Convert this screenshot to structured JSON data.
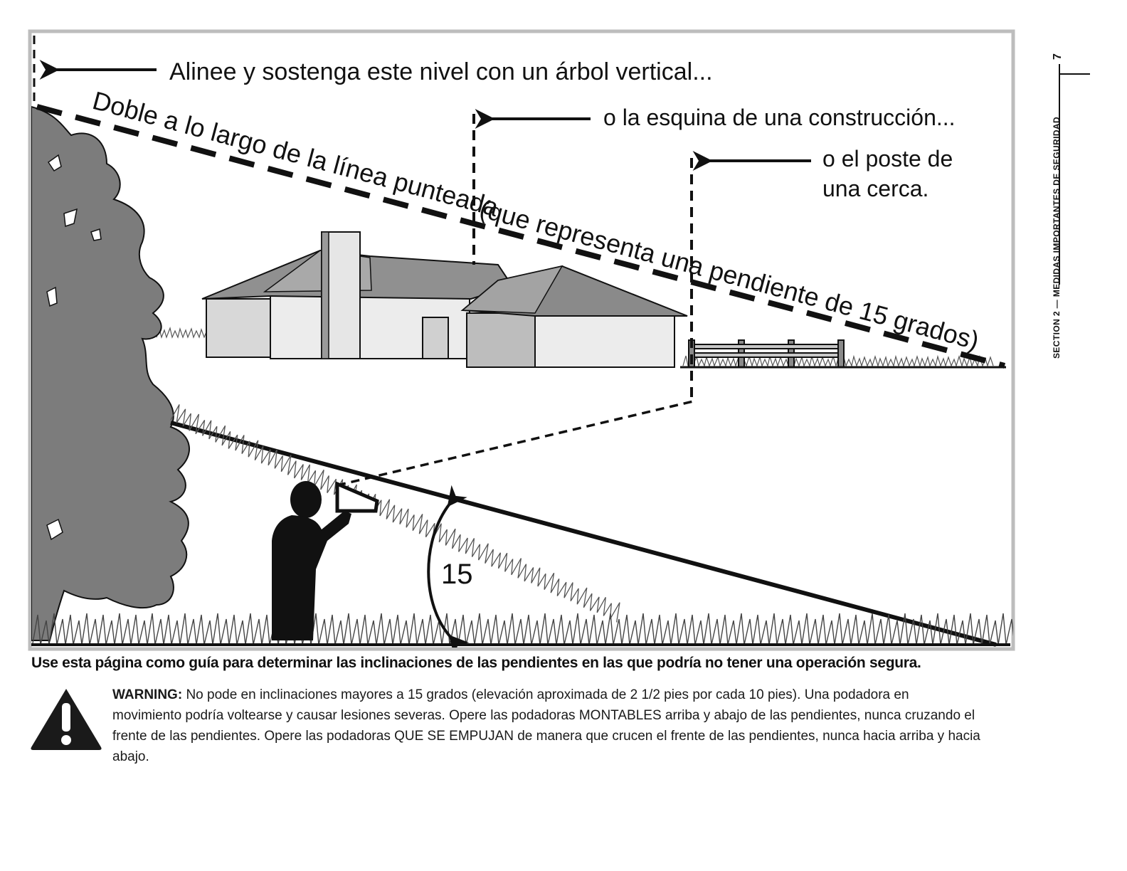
{
  "illustration": {
    "callout_tree": "Alinee y sostenga este nivel con un árbol vertical...",
    "callout_building": "o la esquina de una construcción...",
    "callout_post_line1": "o el poste de",
    "callout_post_line2": "una cerca.",
    "diagonal_part1": "Doble a lo largo de la línea punteada",
    "diagonal_part2": "(que representa una pendiente de 15 grados)",
    "angle_label": "15"
  },
  "guide_text": "Use esta página como guía para determinar las inclinaciones de las pendientes en las que podría no tener una operación segura.",
  "warning": {
    "label": "WARNING:",
    "text": "No pode en inclinaciones mayores a 15 grados (elevación aproximada de 2 1/2 pies por cada 10 pies). Una podadora en movimiento podría voltearse y causar lesiones severas. Opere las podadoras MONTABLES arriba y abajo de las pendientes, nunca cruzando el frente de las pendientes. Opere las podadoras QUE SE EMPUJAN de manera que crucen el frente de las pendientes, nunca hacia arriba y hacia abajo."
  },
  "side_tab": {
    "section": "SECTION 2 — MEDIDAS IMPORTANTES DE SEGURIDAD",
    "page_number": "7"
  },
  "colors": {
    "border": "#bdbdbd",
    "tree": "#7c7c7c",
    "roof": "#909090",
    "wall": "#ececec",
    "ink": "#111111"
  }
}
